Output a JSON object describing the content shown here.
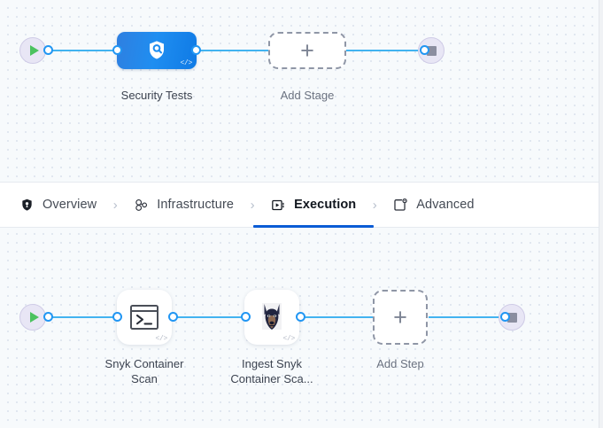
{
  "app": {
    "title": "Pipeline Studio Execution Canvas",
    "accent_blue": "#0b5cd5",
    "edge_blue": "#42b3f0",
    "canvas_bg": "#f7fafc",
    "stage_node_blue": "#1f8ef1"
  },
  "tabs": {
    "separator": "›",
    "items": [
      {
        "id": "overview",
        "label": "Overview",
        "icon": "shield-icon",
        "active": false
      },
      {
        "id": "infrastructure",
        "label": "Infrastructure",
        "icon": "infrastructure-nodes-icon",
        "active": false
      },
      {
        "id": "execution",
        "label": "Execution",
        "icon": "execution-play-box-icon",
        "active": true
      },
      {
        "id": "advanced",
        "label": "Advanced",
        "icon": "advanced-gear-card-icon",
        "active": false
      }
    ]
  },
  "stage_canvas": {
    "start_node": {
      "name": "pipeline-start",
      "icon": "play-icon"
    },
    "end_node": {
      "name": "pipeline-end",
      "icon": "stop-icon"
    },
    "stages": [
      {
        "id": "security-tests",
        "label": "Security Tests",
        "icon": "shield-search-icon",
        "badge": "</>",
        "selected": true
      }
    ],
    "add_stage": {
      "label": "Add Stage",
      "icon": "plus-icon"
    }
  },
  "step_canvas": {
    "start_node": {
      "name": "step-group-start",
      "icon": "play-icon"
    },
    "end_node": {
      "name": "step-group-end",
      "icon": "stop-icon"
    },
    "steps": [
      {
        "id": "snyk-container-scan",
        "label": "Snyk Container\nScan",
        "icon": "terminal-icon",
        "badge": "</>"
      },
      {
        "id": "ingest-snyk-container-scan",
        "label": "Ingest Snyk\nContainer Sca...",
        "icon": "snyk-doberman-logo-icon",
        "badge": "</>"
      }
    ],
    "add_step": {
      "label": "Add Step",
      "icon": "plus-icon"
    }
  }
}
